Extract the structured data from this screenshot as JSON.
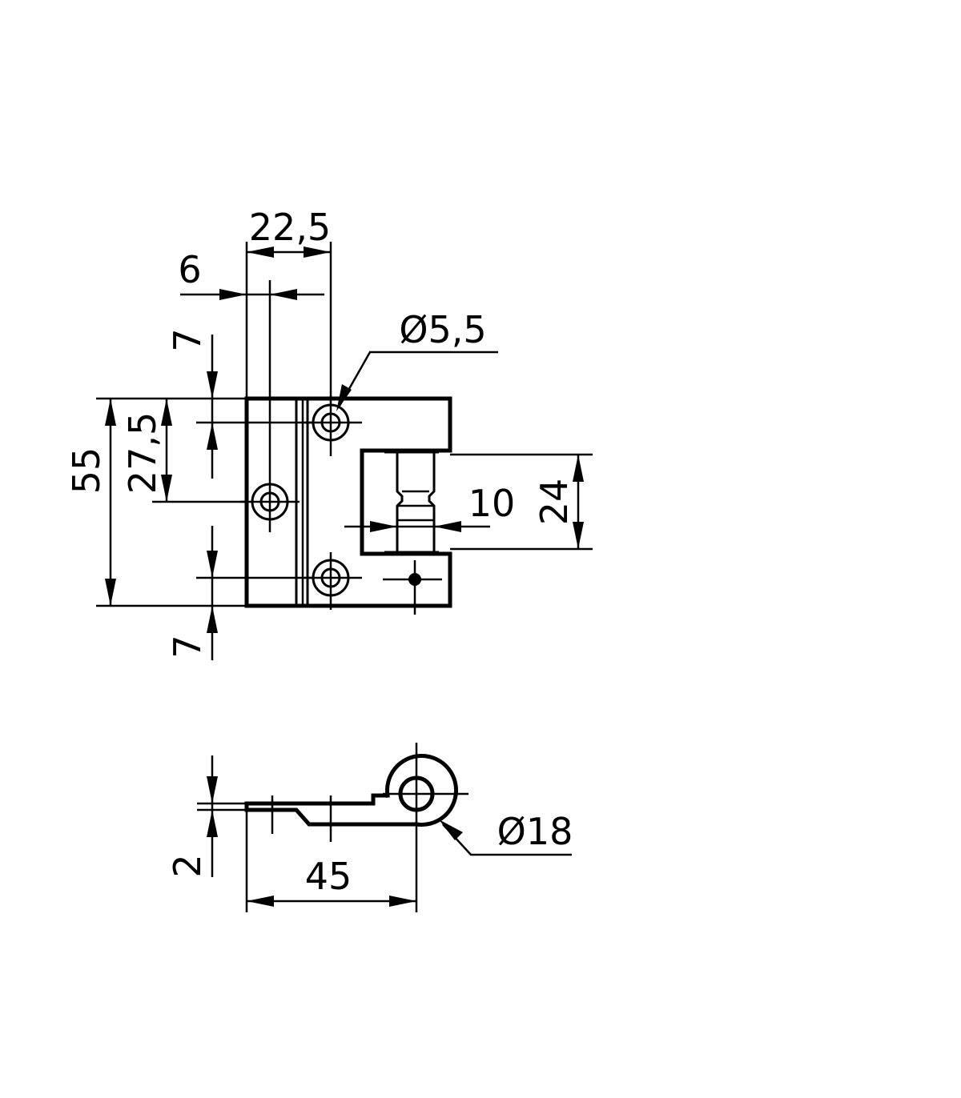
{
  "diagram": {
    "top_view": {
      "dim_width_overall": "22,5",
      "dim_edge_to_hole": "6",
      "dim_top_edge": "7",
      "dim_bottom_edge": "7",
      "dim_height_overall": "55",
      "dim_height_half": "27,5",
      "dim_hole_diameter": "Ø5,5",
      "dim_knuckle_width": "10",
      "dim_knuckle_height": "24"
    },
    "side_view": {
      "dim_thickness": "2",
      "dim_length": "45",
      "dim_knuckle_diameter": "Ø18"
    }
  }
}
